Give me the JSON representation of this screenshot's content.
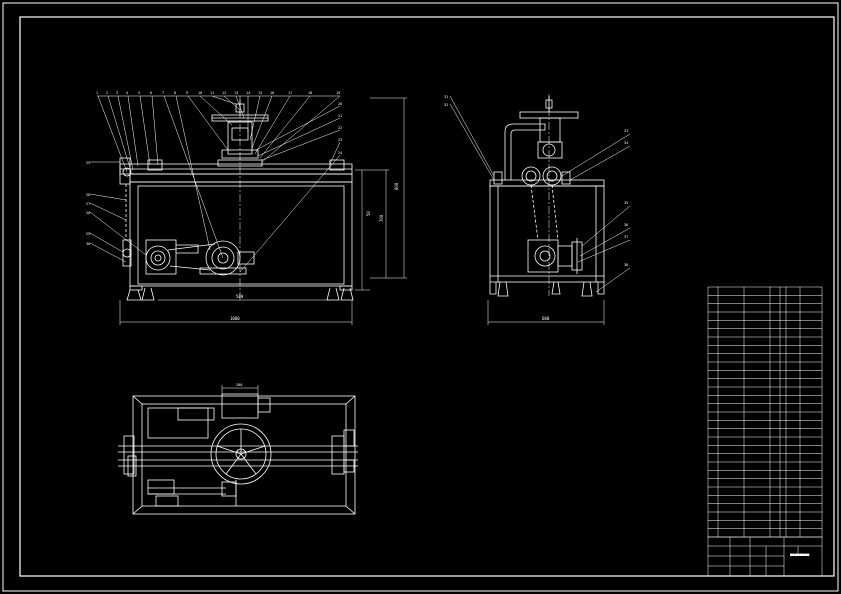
{
  "colors": {
    "background": "#000000",
    "line": "#ffffff"
  },
  "front_view": {
    "part_labels": [
      "1",
      "2",
      "3",
      "4",
      "5",
      "6",
      "7",
      "8",
      "9",
      "10",
      "11",
      "12",
      "13",
      "14",
      "15",
      "16",
      "17",
      "18",
      "19",
      "20",
      "21",
      "22",
      "23",
      "24",
      "25",
      "26",
      "27",
      "28",
      "29",
      "30"
    ],
    "dim_width": "1000",
    "dim_height_total": "800",
    "dim_height_body": "700",
    "dim_bottom": "500",
    "dim_side": "50"
  },
  "side_view": {
    "part_labels": [
      "31",
      "32",
      "33",
      "34",
      "35",
      "36",
      "37",
      "38",
      "39"
    ],
    "dim_width": "600"
  },
  "top_view": {
    "dim_box": "200"
  },
  "parts_table": {
    "rows": 30
  },
  "title_block": {
    "drawing_title": "■■■■■■■■"
  }
}
